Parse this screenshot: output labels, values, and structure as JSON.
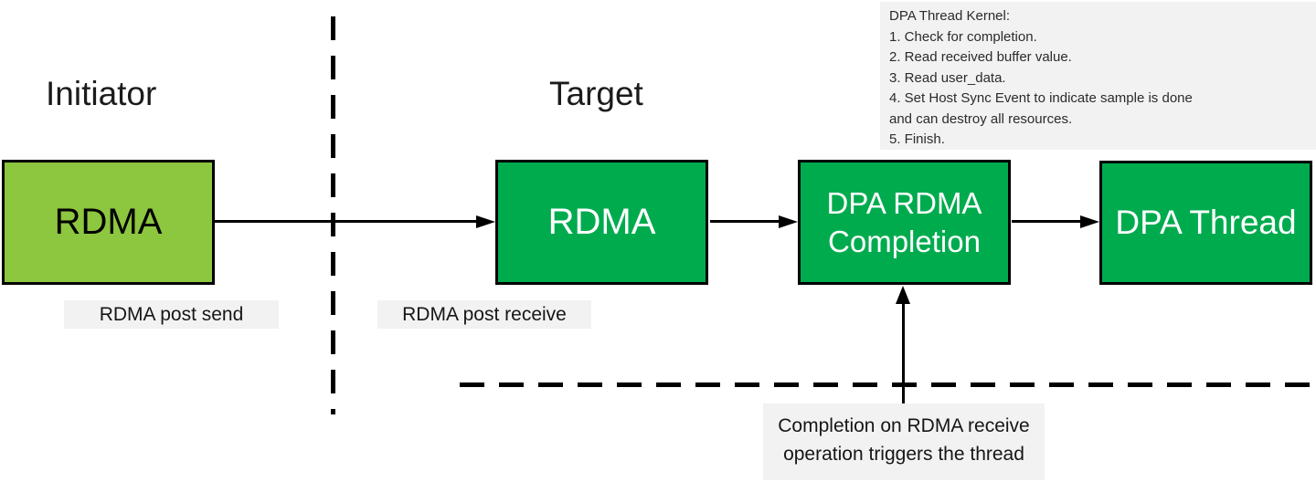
{
  "colors": {
    "light_green": "#8DC63F",
    "dark_green": "#00AB4E",
    "label_bg": "#F2F2F2",
    "line_black": "#000000"
  },
  "lanes": {
    "initiator_label": "Initiator",
    "target_label": "Target"
  },
  "nodes": [
    {
      "id": "initiator-rdma",
      "label": "RDMA",
      "lane": "initiator",
      "variant": "light"
    },
    {
      "id": "target-rdma",
      "label": "RDMA",
      "lane": "target",
      "variant": "dark"
    },
    {
      "id": "dpa-rdma-completion",
      "label": "DPA RDMA Completion",
      "lane": "target",
      "variant": "dark"
    },
    {
      "id": "dpa-thread",
      "label": "DPA Thread",
      "lane": "target",
      "variant": "dark"
    }
  ],
  "edges": [
    {
      "from": "initiator-rdma",
      "to": "target-rdma",
      "direction": "right"
    },
    {
      "from": "target-rdma",
      "to": "dpa-rdma-completion",
      "direction": "right"
    },
    {
      "from": "dpa-rdma-completion",
      "to": "dpa-thread",
      "direction": "right"
    },
    {
      "from": "trigger-note",
      "to": "dpa-rdma-completion",
      "direction": "up"
    }
  ],
  "captions": {
    "post_send": "RDMA post send",
    "post_receive": "RDMA post receive"
  },
  "kernel_note": {
    "lines": [
      "DPA Thread Kernel:",
      "1. Check for completion.",
      "2. Read received buffer value.",
      "3. Read user_data.",
      "4. Set Host Sync Event to indicate sample is done",
      "and can destroy all resources.",
      "5. Finish."
    ]
  },
  "trigger_note": {
    "line1": "Completion on RDMA receive",
    "line2": "operation triggers the thread"
  }
}
